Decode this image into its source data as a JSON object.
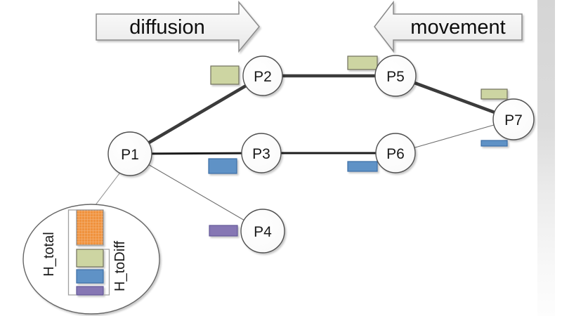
{
  "figure": {
    "description": "Network diagram of patches P1-P7 with heat diffusion/movement arrows and heat-bar legend"
  },
  "arrows": {
    "diffusion": {
      "label": "diffusion",
      "direction": "right"
    },
    "movement": {
      "label": "movement",
      "direction": "left"
    }
  },
  "nodes": [
    {
      "id": "P1",
      "label": "P1"
    },
    {
      "id": "P2",
      "label": "P2"
    },
    {
      "id": "P3",
      "label": "P3"
    },
    {
      "id": "P4",
      "label": "P4"
    },
    {
      "id": "P5",
      "label": "P5"
    },
    {
      "id": "P6",
      "label": "P6"
    },
    {
      "id": "P7",
      "label": "P7"
    }
  ],
  "edges": [
    {
      "from": "P1",
      "to": "P2",
      "weight": "thick"
    },
    {
      "from": "P2",
      "to": "P5",
      "weight": "thick"
    },
    {
      "from": "P5",
      "to": "P7",
      "weight": "thick"
    },
    {
      "from": "P1",
      "to": "P3",
      "weight": "medium"
    },
    {
      "from": "P3",
      "to": "P6",
      "weight": "medium"
    },
    {
      "from": "P6",
      "to": "P7",
      "weight": "thin"
    },
    {
      "from": "P1",
      "to": "P4",
      "weight": "thin"
    }
  ],
  "heat_bars": [
    {
      "node": "P2",
      "color": "green",
      "size": "large"
    },
    {
      "node": "P5",
      "color": "green",
      "size": "medium"
    },
    {
      "node": "P7",
      "color": "green",
      "size": "small"
    },
    {
      "node": "P3",
      "color": "blue",
      "size": "large"
    },
    {
      "node": "P6",
      "color": "blue",
      "size": "medium"
    },
    {
      "node": "P7",
      "color": "blue",
      "size": "small"
    },
    {
      "node": "P4",
      "color": "purple",
      "size": "small"
    }
  ],
  "legend": {
    "total_label": "H_total",
    "todiff_label": "H_toDiff",
    "bar_order": [
      "orange",
      "green",
      "blue",
      "purple"
    ]
  },
  "colors": {
    "green": "#cdd5a2",
    "blue": "#5e92c6",
    "purple": "#8677b4",
    "orange": "#f0923e",
    "edge_thick": "#3b3b3b",
    "edge_medium": "#1c1c1c",
    "edge_thin": "#6e6e6e"
  }
}
